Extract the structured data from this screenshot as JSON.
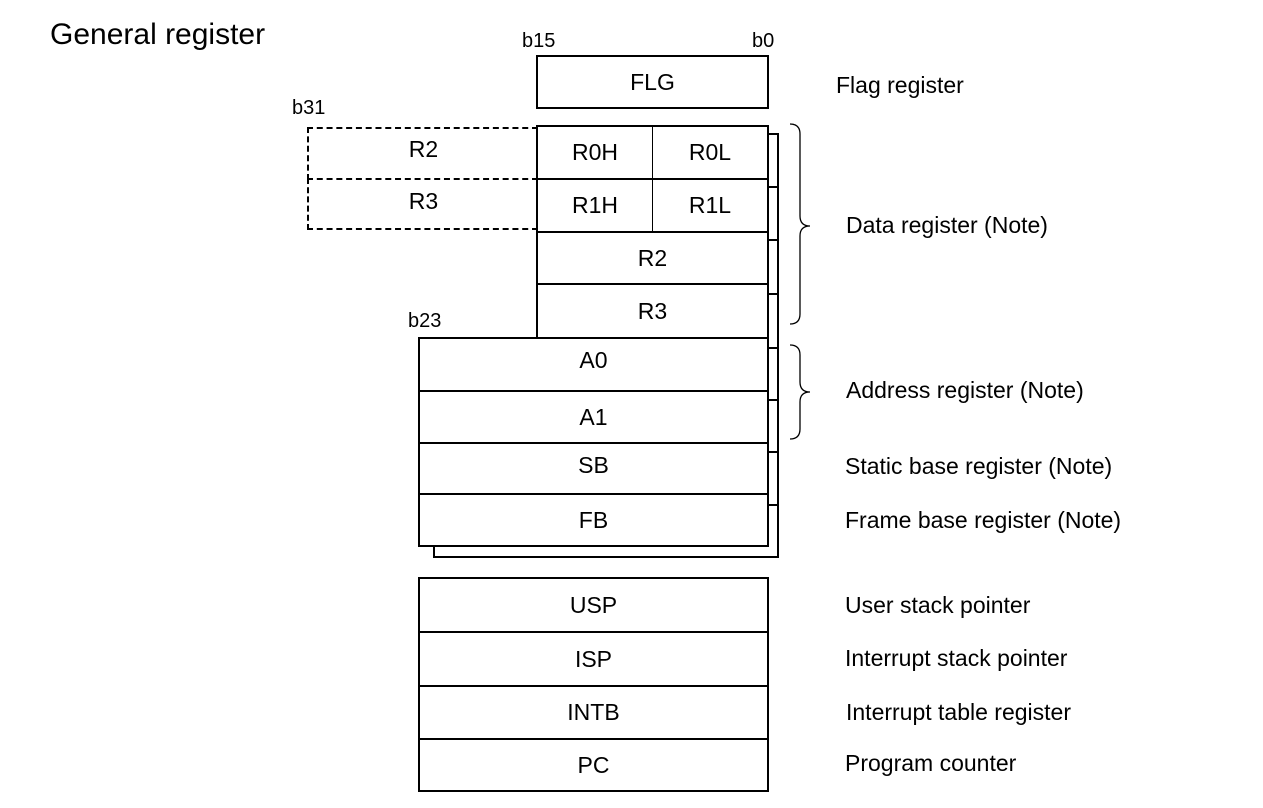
{
  "title": "General register",
  "bits": {
    "b15": "b15",
    "b0": "b0",
    "b31": "b31",
    "b23": "b23"
  },
  "flag": {
    "name": "FLG",
    "label": "Flag register"
  },
  "data_registers": {
    "r0h": "R0H",
    "r0l": "R0L",
    "r1h": "R1H",
    "r1l": "R1L",
    "r2": "R2",
    "r3": "R3",
    "ext_r2": "R2",
    "ext_r3": "R3",
    "label": "Data register (Note)"
  },
  "address_registers": {
    "a0": "A0",
    "a1": "A1",
    "label": "Address register (Note)"
  },
  "sb": {
    "name": "SB",
    "label": "Static base register (Note)"
  },
  "fb": {
    "name": "FB",
    "label": "Frame base register (Note)"
  },
  "pointers": {
    "usp": {
      "name": "USP",
      "label": "User stack pointer"
    },
    "isp": {
      "name": "ISP",
      "label": "Interrupt stack pointer"
    },
    "intb": {
      "name": "INTB",
      "label": "Interrupt table register"
    },
    "pc": {
      "name": "PC",
      "label": "Program counter"
    }
  }
}
